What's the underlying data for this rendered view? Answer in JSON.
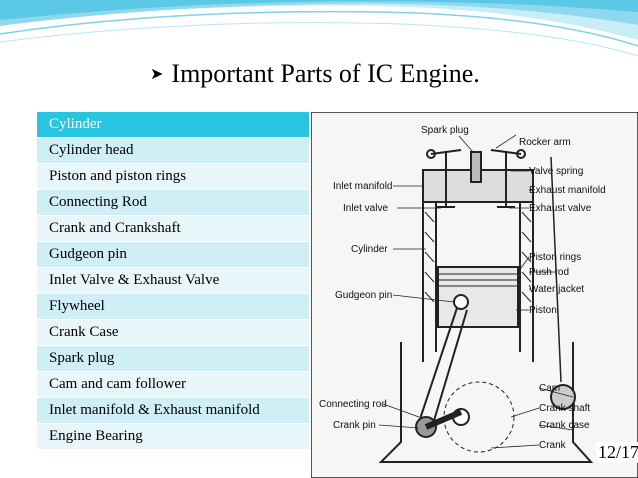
{
  "slide": {
    "title": "Important Parts of IC Engine.",
    "page_number": "12/17"
  },
  "parts_list": {
    "header": "Cylinder",
    "items": [
      "Cylinder head",
      "Piston and piston rings",
      "Connecting Rod",
      "Crank and Crankshaft",
      "Gudgeon pin",
      "Inlet Valve & Exhaust Valve",
      "Flywheel",
      "Crank Case",
      "Spark plug",
      "Cam and cam follower",
      "Inlet manifold &  Exhaust manifold",
      "Engine Bearing"
    ]
  },
  "diagram": {
    "labels": {
      "spark_plug": "Spark plug",
      "rocker_arm": "Rocker arm",
      "inlet_manifold": "Inlet manifold",
      "valve_spring": "Valve spring",
      "exhaust_manifold": "Exhaust manifold",
      "inlet_valve": "Inlet valve",
      "exhaust_valve": "Exhaust valve",
      "cylinder": "Cylinder",
      "piston_rings": "Piston rings",
      "push_rod": "Push rod",
      "water_jacket": "Water jacket",
      "gudgeon_pin": "Gudgeon pin",
      "piston": "Piston",
      "cam": "Cam",
      "connecting_rod": "Connecting rod",
      "crank_shaft": "Crank shaft",
      "crank_pin": "Crank pin",
      "crank_case": "Crank case",
      "crank": "Crank"
    }
  },
  "colors": {
    "header_bg": "#29c5e0",
    "row_odd": "#cfeef5",
    "row_even": "#e8f6fa",
    "wave": "#5bc8e6"
  }
}
